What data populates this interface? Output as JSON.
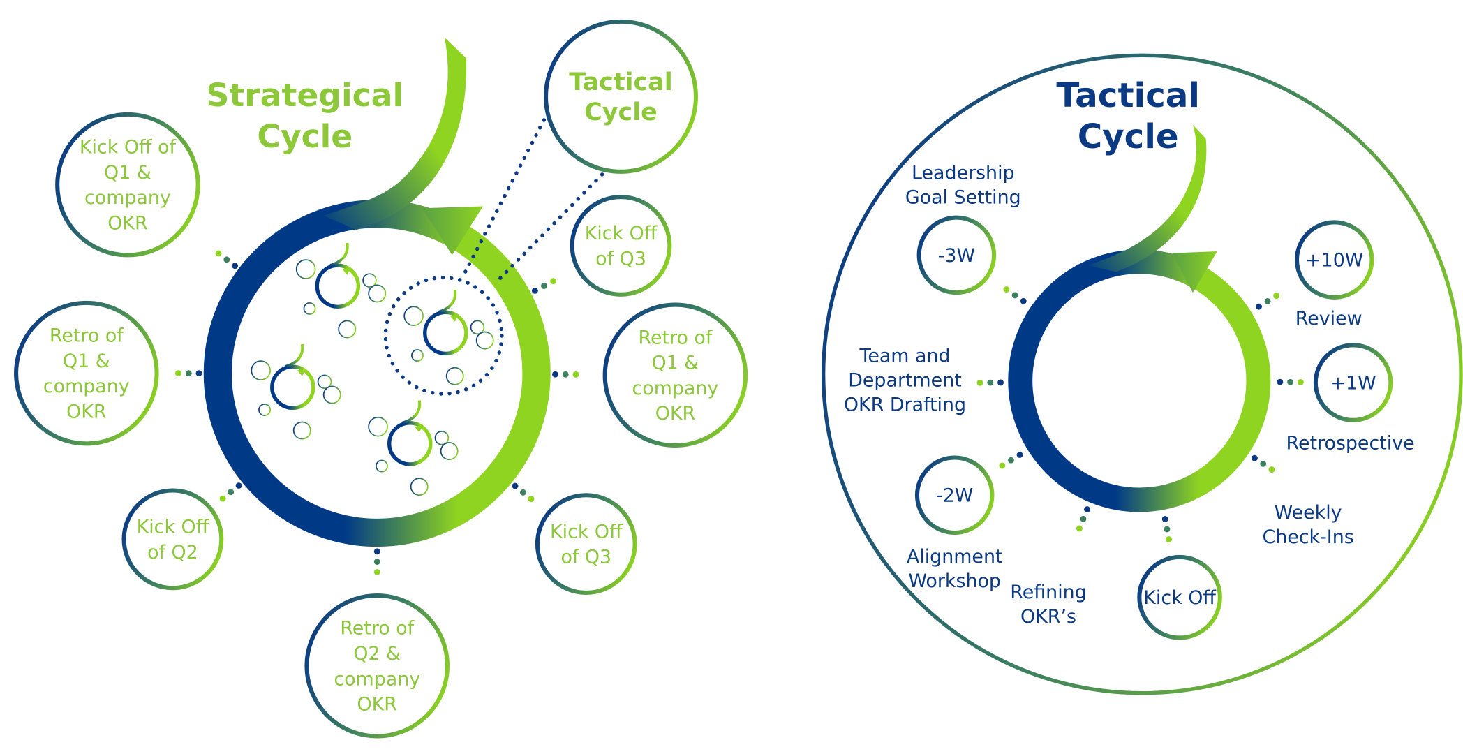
{
  "strategic": {
    "title": [
      "Strategical",
      "Cycle"
    ],
    "tactical_node": [
      "Tactical",
      "Cycle"
    ],
    "nodes": {
      "kickoff_q1": [
        "Kick Off of",
        "Q1 &",
        "company",
        "OKR"
      ],
      "retro_q1_left": [
        "Retro of",
        "Q1 &",
        "company",
        "OKR"
      ],
      "kickoff_q2": [
        "Kick Off",
        "of Q2"
      ],
      "retro_q2": [
        "Retro of",
        "Q2 &",
        "company",
        "OKR"
      ],
      "kickoff_q3_bottom": [
        "Kick Off",
        "of Q3"
      ],
      "retro_q1_right": [
        "Retro of",
        "Q1 &",
        "company",
        "OKR"
      ],
      "kickoff_q3_top": [
        "Kick Off",
        "of Q3"
      ]
    }
  },
  "tactical": {
    "title": [
      "Tactical",
      "Cycle"
    ],
    "nodes": {
      "minus3w": "-3W",
      "plus10w": "+10W",
      "plus1w": "+1W",
      "minus2w": "-2W",
      "kickoff": "Kick Off"
    },
    "labels": {
      "leadership": [
        "Leadership",
        "Goal Setting"
      ],
      "review": [
        "Review"
      ],
      "drafting": [
        "Team and",
        "Department",
        "OKR Drafting"
      ],
      "retrospective": [
        "Retrospective"
      ],
      "checkins": [
        "Weekly",
        "Check-Ins"
      ],
      "alignment": [
        "Alignment",
        "Workshop"
      ],
      "refining": [
        "Refining",
        "OKR’s"
      ]
    }
  },
  "colors": {
    "blue": "#003a87",
    "green": "#8fd420"
  }
}
